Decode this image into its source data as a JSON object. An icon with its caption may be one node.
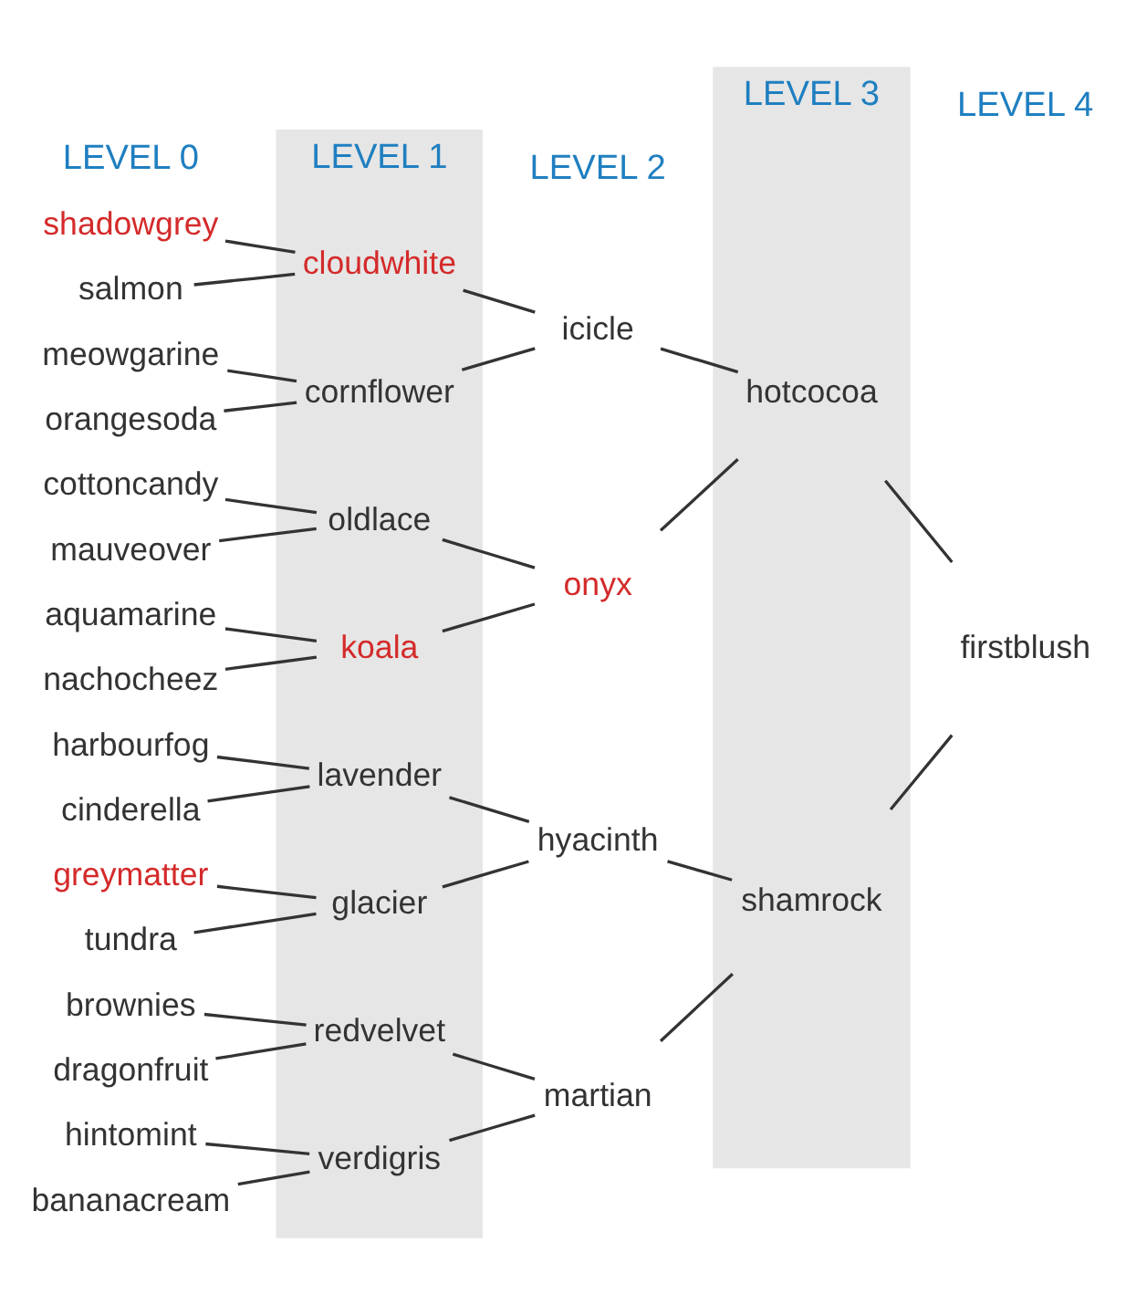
{
  "diagram": {
    "nodes": [
      {
        "text": [
          "LEVEL 1"
        ]
      },
      {
        "text": [
          "LEVEL 3"
        ]
      },
      {
        "text": [
          "shadowgrey"
        ]
      },
      {
        "text": [
          "salmon"
        ]
      },
      {
        "text": [
          "meowgarine"
        ]
      },
      {
        "text": [
          "orangesoda"
        ]
      },
      {
        "text": [
          "cottoncandy"
        ]
      },
      {
        "text": [
          "mauveover"
        ]
      },
      {
        "text": [
          "aquamarine"
        ]
      },
      {
        "text": [
          "nachocheez"
        ]
      },
      {
        "text": [
          "harbourfog"
        ]
      },
      {
        "text": [
          "cinderella"
        ]
      },
      {
        "text": [
          "greymatter"
        ]
      },
      {
        "text": [
          "tundra"
        ]
      },
      {
        "text": [
          "brownies"
        ]
      },
      {
        "text": [
          "dragonfruit"
        ]
      },
      {
        "text": [
          "hintomint"
        ]
      },
      {
        "text": [
          "bananacream"
        ]
      },
      {
        "text": [
          "cloudwhite"
        ],
        "in": 0
      },
      {
        "text": [
          "cornflower"
        ],
        "in": 0
      },
      {
        "text": [
          "oldlace"
        ],
        "in": 0
      },
      {
        "text": [
          "koala"
        ],
        "in": 0
      },
      {
        "text": [
          "lavender"
        ],
        "in": 0
      },
      {
        "text": [
          "glacier"
        ],
        "in": 0
      },
      {
        "text": [
          "redvelvet"
        ],
        "in": 0
      },
      {
        "text": [
          "verdigris"
        ],
        "in": 0
      },
      {
        "text": [
          "icicle"
        ]
      },
      {
        "text": [
          "onyx"
        ]
      },
      {
        "text": [
          "hyacinth"
        ]
      },
      {
        "text": [
          "martian"
        ]
      },
      {
        "text": [
          "hotcocoa"
        ],
        "in": 1
      },
      {
        "text": [
          "shamrock"
        ],
        "in": 1
      },
      {
        "text": [
          "firstblush"
        ]
      }
    ],
    "edges": [
      {
        "from": 2,
        "to": 18,
        "arrow": "none"
      },
      {
        "from": 3,
        "to": 18,
        "arrow": "none"
      },
      {
        "from": 4,
        "to": 19,
        "arrow": "none"
      },
      {
        "from": 5,
        "to": 19,
        "arrow": "none"
      },
      {
        "from": 6,
        "to": 20,
        "arrow": "none"
      },
      {
        "from": 7,
        "to": 20,
        "arrow": "none"
      },
      {
        "from": 8,
        "to": 21,
        "arrow": "none"
      },
      {
        "from": 9,
        "to": 21,
        "arrow": "none"
      },
      {
        "from": 10,
        "to": 22,
        "arrow": "none"
      },
      {
        "from": 11,
        "to": 22,
        "arrow": "none"
      },
      {
        "from": 12,
        "to": 23,
        "arrow": "none"
      },
      {
        "from": 13,
        "to": 23,
        "arrow": "none"
      },
      {
        "from": 14,
        "to": 24,
        "arrow": "none"
      },
      {
        "from": 15,
        "to": 24,
        "arrow": "none"
      },
      {
        "from": 16,
        "to": 25,
        "arrow": "none"
      },
      {
        "from": 17,
        "to": 25,
        "arrow": "none"
      },
      {
        "from": 18,
        "to": 26,
        "arrow": "none"
      },
      {
        "from": 19,
        "to": 26,
        "arrow": "none"
      },
      {
        "from": 20,
        "to": 27,
        "arrow": "none"
      },
      {
        "from": 21,
        "to": 27,
        "arrow": "none"
      },
      {
        "from": 22,
        "to": 28,
        "arrow": "none"
      },
      {
        "from": 23,
        "to": 28,
        "arrow": "none"
      },
      {
        "from": 24,
        "to": 29,
        "arrow": "none"
      },
      {
        "from": 25,
        "to": 29,
        "arrow": "none"
      },
      {
        "from": 26,
        "to": 30,
        "arrow": "none"
      },
      {
        "from": 27,
        "to": 30,
        "arrow": "none"
      },
      {
        "from": 28,
        "to": 31,
        "arrow": "none"
      },
      {
        "from": 29,
        "to": 31,
        "arrow": "none"
      },
      {
        "from": 30,
        "to": 32,
        "arrow": "none"
      },
      {
        "from": 31,
        "to": 32,
        "arrow": "none"
      }
    ],
    "labels": [
      "LEVEL 0",
      "LEVEL 2",
      "LEVEL 4"
    ]
  }
}
